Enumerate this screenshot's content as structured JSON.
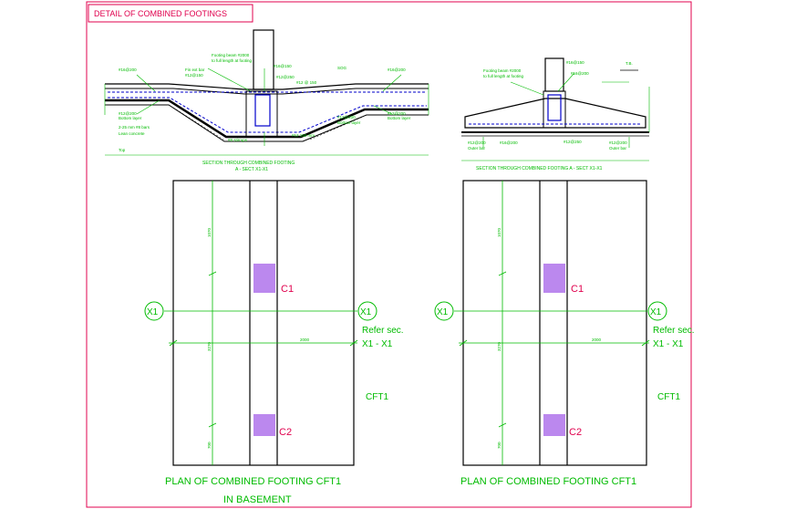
{
  "title_box": {
    "label": "DETAIL OF COMBINED FOOTINGS"
  },
  "section_left": {
    "notes": [
      "Footing beam #2000",
      "to full length at footing",
      "#16@150",
      "Fin ext bar",
      "#12@150",
      "#16@200",
      "#12@250",
      "#12@200",
      "Bottom layer",
      "2-25 mm #8 bars",
      "Lean concrete",
      "Top",
      "#16@200",
      "#12 @ 150",
      "#12@200",
      "Bottom layer",
      "#12@200",
      "Bottom layer",
      "SOG",
      "#8 stirrups",
      "#12 150 mm"
    ],
    "caption": "SECTION THROUGH COMBINED FOOTING",
    "caption_sub": "A - SECT X1-X1"
  },
  "section_right": {
    "notes": [
      "Footing beam #2000",
      "to full length at footing",
      "#16@150",
      "#16@200",
      "T.B.",
      "#12@200",
      "Outer bar",
      "#16@200",
      "#12@250",
      "#12@200",
      "Outer bar"
    ],
    "caption": "SECTION THROUGH COMBINED FOOTING  A - SECT X1-X1"
  },
  "plan_left": {
    "col1": "C1",
    "col2": "C2",
    "grid": "X1",
    "ref_line1": "Refer sec.",
    "ref_line2": "X1 - X1",
    "tag": "CFT1",
    "dim_h": "2000",
    "dim_v1": "1070",
    "dim_v2": "3270",
    "dim_v3": "700",
    "title": "PLAN OF COMBINED FOOTING CFT1",
    "subtitle": "IN BASEMENT"
  },
  "plan_right": {
    "col1": "C1",
    "col2": "C2",
    "grid": "X1",
    "ref_line1": "Refer sec.",
    "ref_line2": "X1 - X1",
    "tag": "CFT1",
    "dim_h": "2000",
    "dim_v1": "1070",
    "dim_v2": "3270",
    "dim_v3": "700",
    "title": "PLAN OF COMBINED FOOTING CFT1"
  },
  "colors": {
    "frame": "#e0004d",
    "ink": "#000000",
    "annotation": "#00bb00",
    "rebar": "#0000cc",
    "column": "#bb88ee"
  }
}
